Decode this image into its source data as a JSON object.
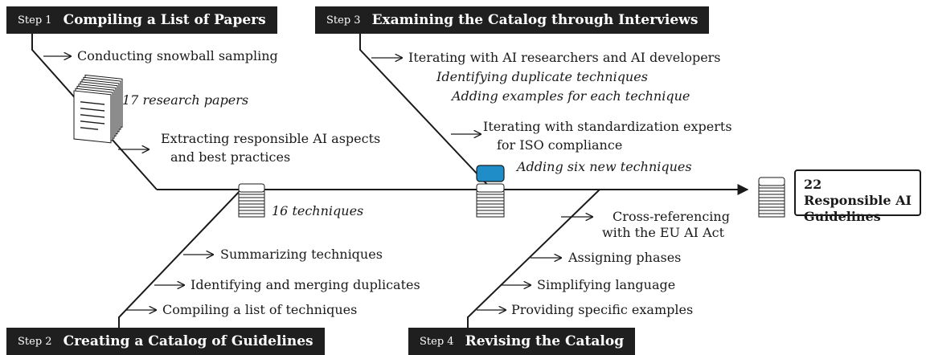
{
  "steps": {
    "s1": {
      "num": "Step 1",
      "title": "Compiling a List of Papers"
    },
    "s2": {
      "num": "Step 2",
      "title": "Creating a Catalog of Guidelines"
    },
    "s3": {
      "num": "Step 3",
      "title": "Examining the Catalog through Interviews"
    },
    "s4": {
      "num": "Step 4",
      "title": "Revising the Catalog"
    }
  },
  "step1_items": {
    "snowball": "Conducting snowball sampling",
    "papers": "17 research papers",
    "extract_1": "Extracting responsible AI aspects",
    "extract_2": "and best practices"
  },
  "step2_items": {
    "techniques": "16 techniques",
    "summarizing": "Summarizing techniques",
    "identifying": "Identifying and merging duplicates",
    "compiling": "Compiling a list of techniques"
  },
  "step3_items": {
    "iterating_ai": "Iterating with AI researchers and AI developers",
    "identifying_dup": "Identifying duplicate techniques",
    "adding_examples": "Adding examples for each technique",
    "iterating_std_1": "Iterating with standardization experts",
    "iterating_std_2": "for ISO compliance",
    "adding_six": "Adding six new techniques"
  },
  "step4_items": {
    "cross_1": "Cross-referencing",
    "cross_2": "with the EU AI Act",
    "assigning": "Assigning phases",
    "simplifying": "Simplifying language",
    "providing": "Providing specific examples"
  },
  "result": {
    "line1": "22 Responsible AI",
    "line2": "Guidelines"
  },
  "colors": {
    "ink": "#1a1a1a",
    "box": "#1f1f1f",
    "highlight": "#1f8dc8"
  }
}
